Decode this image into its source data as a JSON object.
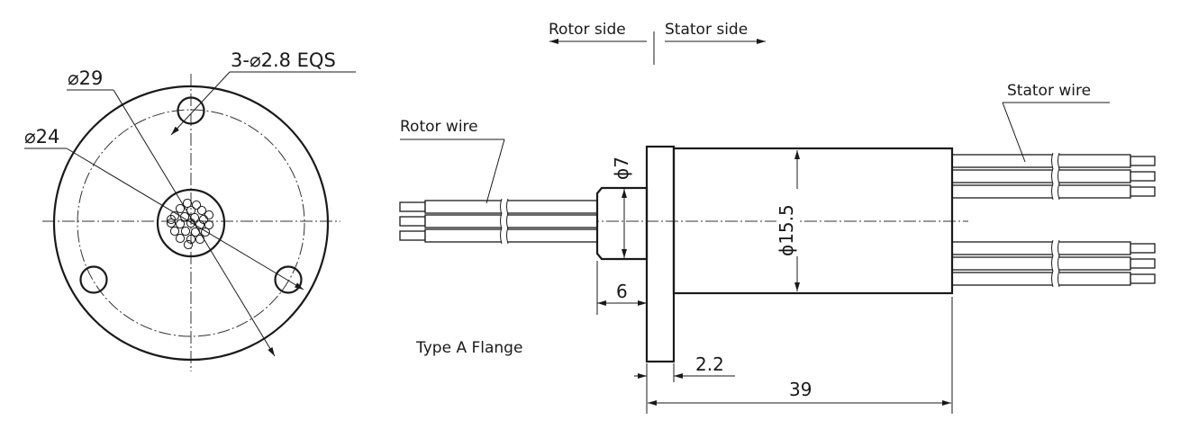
{
  "front_view": {
    "hole_label": "3-⌀2.8 EQS",
    "outer_dia_label": "⌀29",
    "pcd_label": "⌀24"
  },
  "side_view": {
    "rotor_side": "Rotor side",
    "stator_side": "Stator side",
    "rotor_wire": "Rotor wire",
    "stator_wire": "Stator wire",
    "shaft_dia": "ϕ7",
    "body_dia": "ϕ15.5",
    "shaft_length": "6",
    "flange_thickness": "2.2",
    "total_length": "39",
    "flange_type": "Type A Flange"
  }
}
